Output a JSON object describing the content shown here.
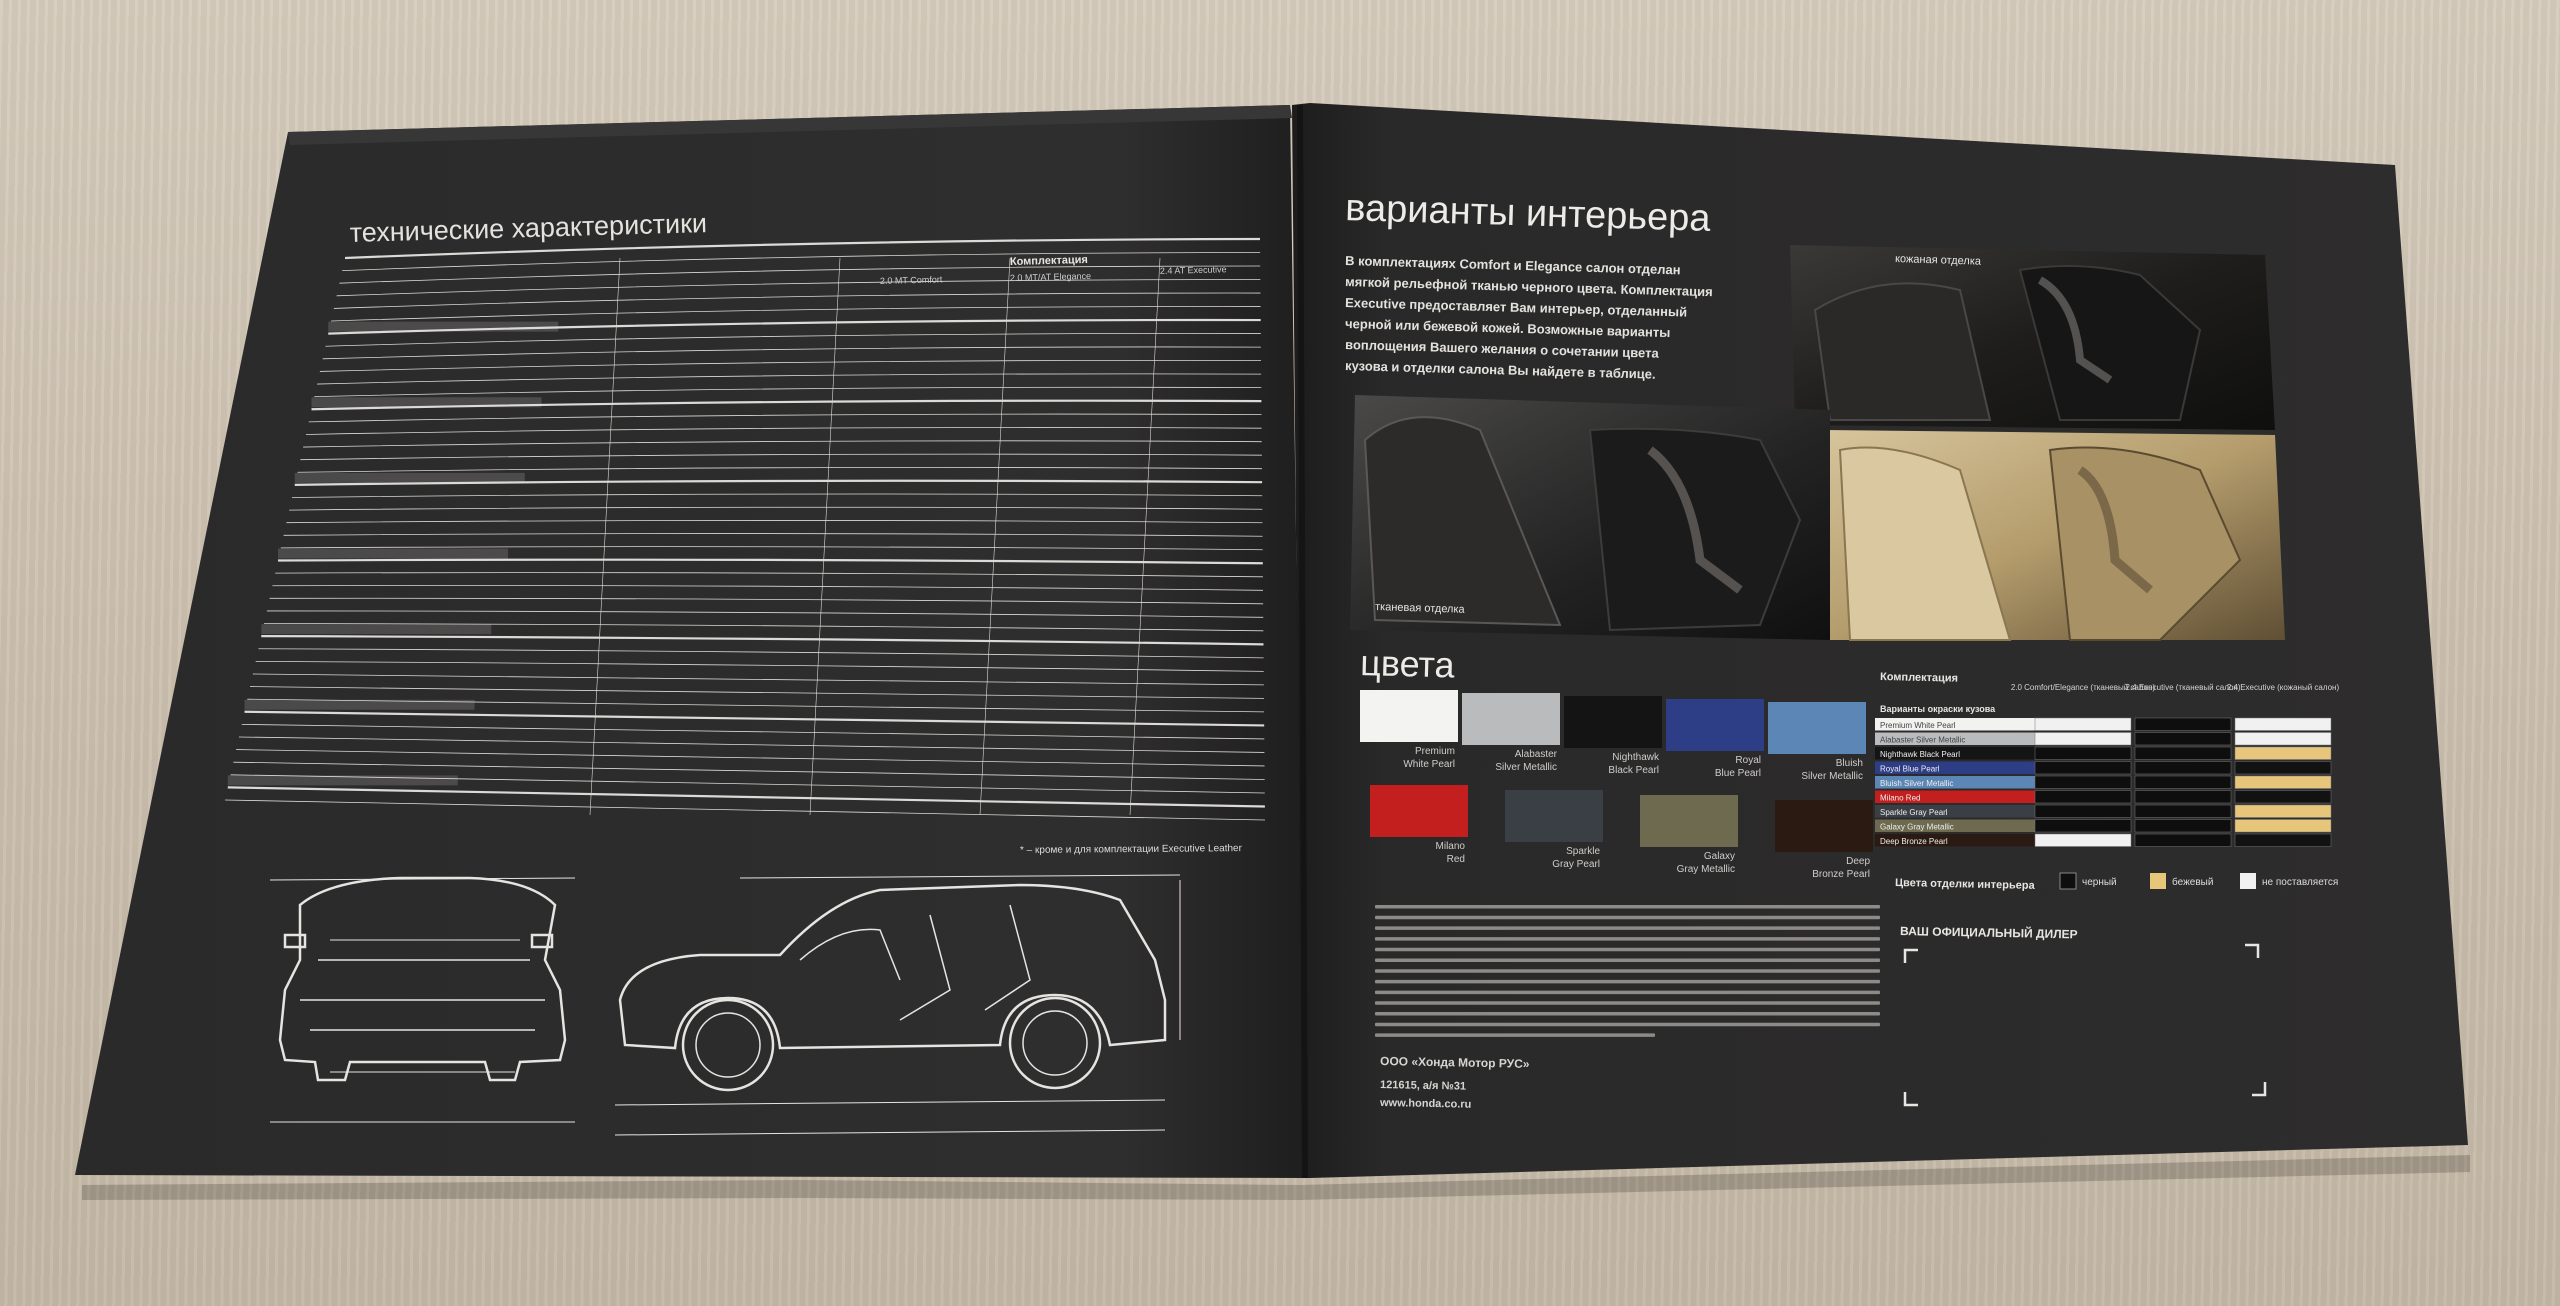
{
  "left_page": {
    "title": "технические характеристики",
    "col_header": "Комплектация",
    "trims": [
      "2.0 MT Comfort",
      "2.0 MT/AT Elegance",
      "2.4 AT Executive"
    ],
    "footnote": "* – кроме и для комплектации Executive Leather"
  },
  "right_page": {
    "interior_title": "варианты интерьера",
    "interior_text": [
      "В комплектациях Comfort и Elegance салон отделан",
      "мягкой рельефной тканью черного цвета. Комплектация",
      "Executive предоставляет Вам интерьер, отделанный",
      "черной или бежевой кожей. Возможные варианты",
      "воплощения Вашего желания о сочетании цвета",
      "кузова и отделки салона Вы найдете в таблице."
    ],
    "leather_caption": "кожаная отделка",
    "fabric_caption": "тканевая отделка",
    "colors_title": "цвета",
    "swatches": [
      {
        "name": [
          "Premium",
          "White Pearl"
        ],
        "color": "#f3f3f1"
      },
      {
        "name": [
          "Alabaster",
          "Silver Metallic"
        ],
        "color": "#b9bbbd"
      },
      {
        "name": [
          "Nighthawk",
          "Black Pearl"
        ],
        "color": "#141414"
      },
      {
        "name": [
          "Royal",
          "Blue Pearl"
        ],
        "color": "#2d3d86"
      },
      {
        "name": [
          "Bluish",
          "Silver Metallic"
        ],
        "color": "#5b86b5"
      },
      {
        "name": [
          "Milano",
          "Red"
        ],
        "color": "#c41f1f"
      },
      {
        "name": [
          "Sparkle",
          "Gray Pearl"
        ],
        "color": "#3a3f45"
      },
      {
        "name": [
          "Galaxy",
          "Gray Metallic"
        ],
        "color": "#6e6a4f"
      },
      {
        "name": [
          "Deep",
          "Bronze Pearl"
        ],
        "color": "#2b1a12"
      }
    ],
    "table": {
      "header": "Комплектация",
      "columns": [
        "2.0 Comfort/Elegance (тканевый салон)",
        "2.4 Executive (тканевый салон)",
        "2.4 Executive (кожаный салон)"
      ],
      "rows_title": "Варианты окраски кузова",
      "rows": [
        "Premium White Pearl",
        "Alabaster Silver Metallic",
        "Nighthawk Black Pearl",
        "Royal Blue Pearl",
        "Bluish Silver Metallic",
        "Milano Red",
        "Sparkle Gray Pearl",
        "Galaxy Gray Metallic",
        "Deep Bronze Pearl"
      ],
      "trim_title": "Цвета отделки интерьера",
      "legend": [
        "черный",
        "бежевый",
        "не поставляется"
      ]
    },
    "dealer_title": "ВАШ ОФИЦИАЛЬНЫЙ ДИЛЕР",
    "company": "ООО «Хонда Мотор РУС»",
    "address": "121615, а/я №31",
    "website": "www.honda.co.ru"
  },
  "colors": {
    "brochure": "#2b2a2a",
    "brochure_dark": "#1e1d1d",
    "text": "#e8e6e2",
    "beige": "#e7c57a"
  }
}
